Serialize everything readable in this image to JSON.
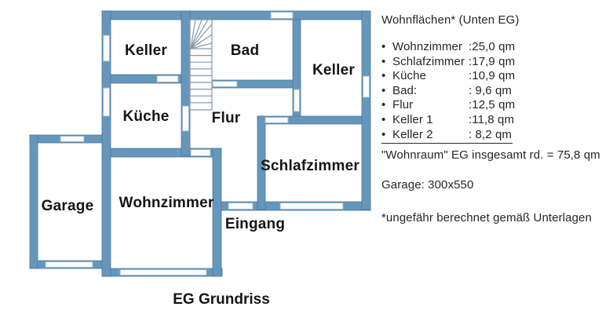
{
  "plan": {
    "title": "EG Grundriss",
    "rooms": [
      {
        "id": "keller-1",
        "label": "Keller"
      },
      {
        "id": "bad",
        "label": "Bad"
      },
      {
        "id": "keller-2",
        "label": "Keller"
      },
      {
        "id": "kueche",
        "label": "Küche"
      },
      {
        "id": "flur",
        "label": "Flur"
      },
      {
        "id": "schlafzimmer",
        "label": "Schlafzimmer"
      },
      {
        "id": "garage",
        "label": "Garage"
      },
      {
        "id": "wohnzimmer",
        "label": "Wohnzimmer"
      },
      {
        "id": "eingang",
        "label": "Eingang"
      }
    ],
    "colors": {
      "wall": "#6696ba",
      "wall_edge": "#4a7ba4",
      "window_fill": "#fafbfb",
      "window_edge": "#9cb6cb",
      "stair_line": "#8898a8"
    }
  },
  "panel": {
    "heading": "Wohnflächen* (Unten EG)",
    "bullet": "•",
    "items": [
      {
        "label": "Wohnzimmer",
        "value": ":25,0 qm"
      },
      {
        "label": "Schlafzimmer",
        "value": ":17,9 qm"
      },
      {
        "label": "Küche",
        "value": ":10,9 qm"
      },
      {
        "label": "Bad:",
        "value": ": 9,6 qm"
      },
      {
        "label": "Flur",
        "value": ":12,5 qm"
      },
      {
        "label": "Keller 1",
        "value": ":11,8 qm"
      },
      {
        "label": "Keller 2",
        "value": ": 8,2 qm"
      }
    ],
    "total": "\"Wohnraum\" EG insgesamt rd. = 75,8 qm",
    "garage": "Garage: 300x550",
    "footnote": "*ungefähr berechnet gemäß Unterlagen"
  }
}
